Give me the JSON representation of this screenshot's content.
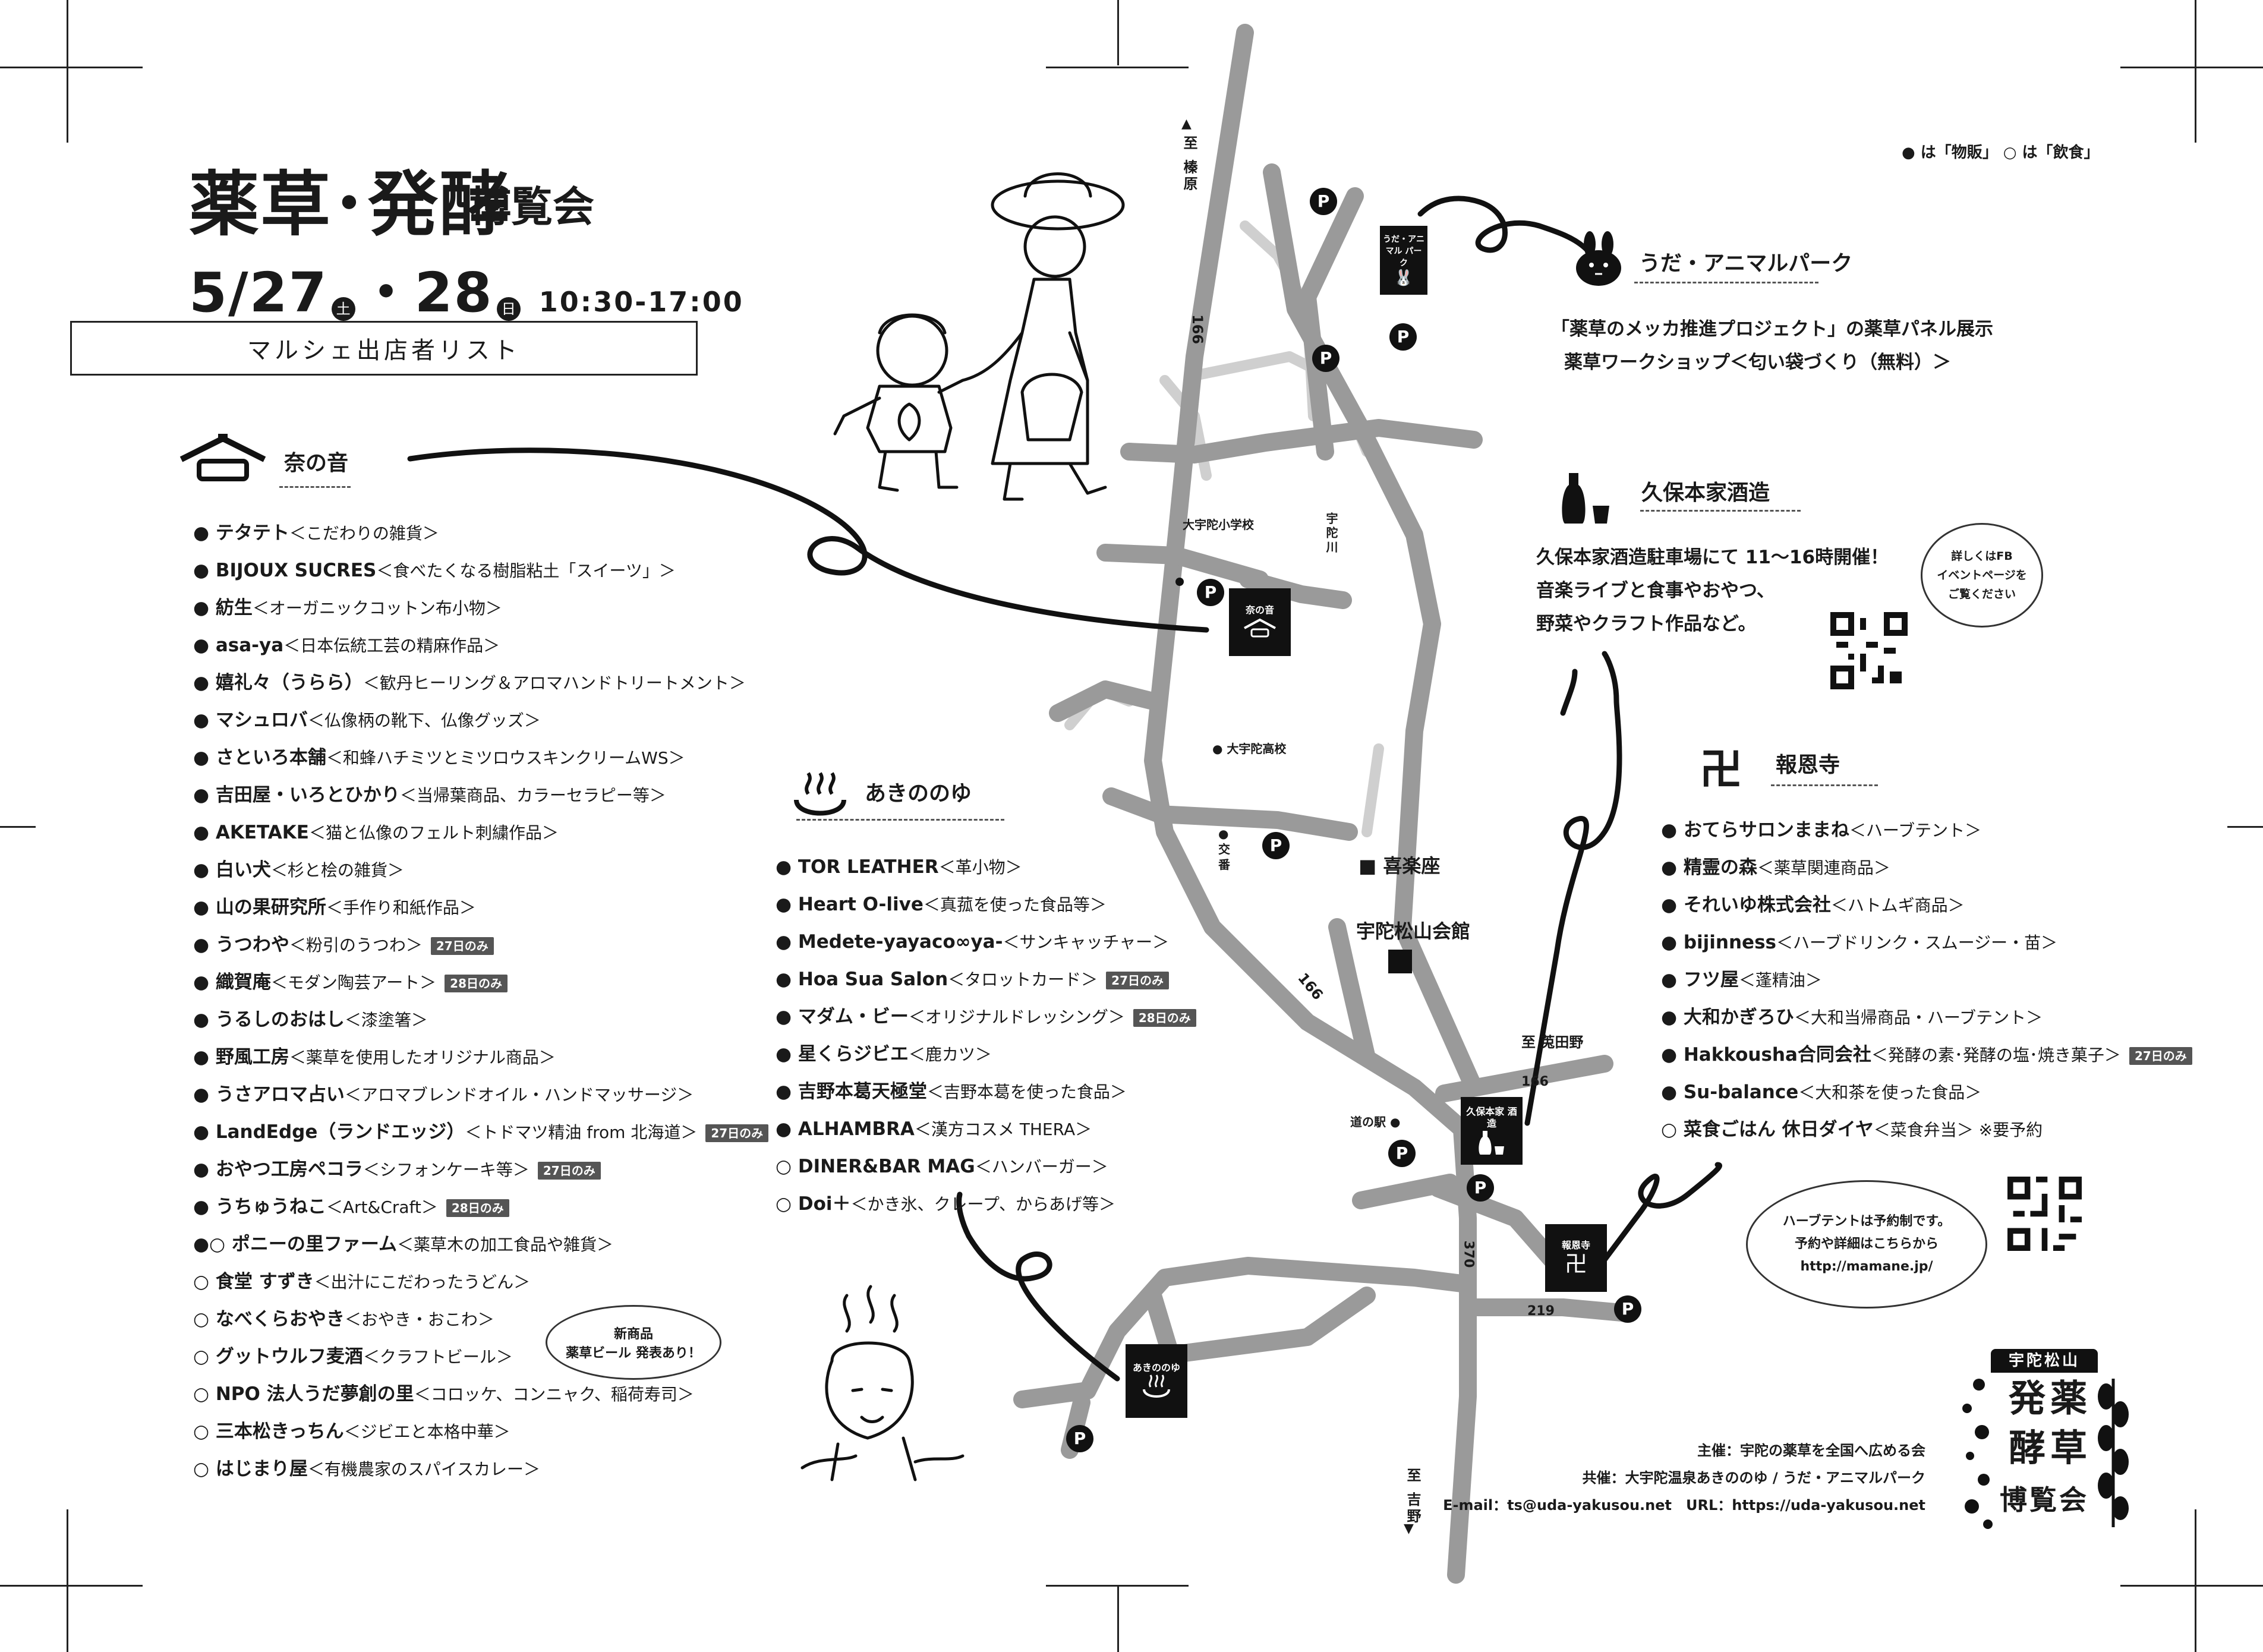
{
  "header": {
    "title": "薬草･発酵",
    "title_sub": "博覧会",
    "date_day1": "5/27",
    "date_day1_weekday": "土",
    "date_sep": "・28",
    "date_day2_weekday": "日",
    "time": "10:30-17:00",
    "list_title": "マルシェ出店者リスト"
  },
  "legend": "● は「物販」 ○ は「飲食」",
  "nanoon": {
    "title": "奈の音",
    "items": [
      {
        "name": "● テタテト",
        "desc": "＜こだわりの雑貨＞",
        "tag": ""
      },
      {
        "name": "● BIJOUX SUCRES",
        "desc": "＜食べたくなる樹脂粘土「スイーツ」＞",
        "tag": ""
      },
      {
        "name": "● 紡生",
        "desc": "＜オーガニックコットン布小物＞",
        "tag": ""
      },
      {
        "name": "● asa-ya",
        "desc": "＜日本伝統工芸の精麻作品＞",
        "tag": ""
      },
      {
        "name": "● 嬉礼々（うらら）",
        "desc": "＜歓丹ヒーリング＆アロマハンドトリートメント＞",
        "tag": ""
      },
      {
        "name": "● マシュロバ",
        "desc": "＜仏像柄の靴下、仏像グッズ＞",
        "tag": ""
      },
      {
        "name": "● さといろ本舗",
        "desc": "＜和蜂ハチミツとミツロウスキンクリームWS＞",
        "tag": ""
      },
      {
        "name": "● 吉田屋・いろとひかり",
        "desc": "＜当帰葉商品、カラーセラピー等＞",
        "tag": ""
      },
      {
        "name": "● AKETAKE",
        "desc": "＜猫と仏像のフェルト刺繍作品＞",
        "tag": ""
      },
      {
        "name": "● 白い犬",
        "desc": "＜杉と桧の雑貨＞",
        "tag": ""
      },
      {
        "name": "● 山の果研究所",
        "desc": "＜手作り和紙作品＞",
        "tag": ""
      },
      {
        "name": "● うつわや",
        "desc": "＜粉引のうつわ＞",
        "tag": "27日のみ"
      },
      {
        "name": "● 織賀庵",
        "desc": "＜モダン陶芸アート＞",
        "tag": "28日のみ"
      },
      {
        "name": "● うるしのおはし",
        "desc": "＜漆塗箸＞",
        "tag": ""
      },
      {
        "name": "● 野風工房",
        "desc": "＜薬草を使用したオリジナル商品＞",
        "tag": ""
      },
      {
        "name": "● うさアロマ占い",
        "desc": "＜アロマブレンドオイル・ハンドマッサージ＞",
        "tag": ""
      },
      {
        "name": "● LandEdge（ランドエッジ）",
        "desc": "＜トドマツ精油 from 北海道＞",
        "tag": "27日のみ"
      },
      {
        "name": "● おやつ工房ペコラ",
        "desc": "＜シフォンケーキ等＞",
        "tag": "27日のみ"
      },
      {
        "name": "● うちゅうねこ",
        "desc": "＜Art&Craft＞",
        "tag": "28日のみ"
      },
      {
        "name": "●○ ポニーの里ファーム",
        "desc": "＜薬草木の加工食品や雑貨＞",
        "tag": ""
      },
      {
        "name": "○ 食堂 すずき",
        "desc": "＜出汁にこだわったうどん＞",
        "tag": ""
      },
      {
        "name": "○ なべくらおやき",
        "desc": "＜おやき・おこわ＞",
        "tag": ""
      },
      {
        "name": "○ グットウルフ麦酒",
        "desc": "＜クラフトビール＞",
        "tag": ""
      },
      {
        "name": "○ NPO 法人うだ夢創の里",
        "desc": "＜コロッケ、コンニャク、稲荷寿司＞",
        "tag": ""
      },
      {
        "name": "○ 三本松きっちん",
        "desc": "＜ジビエと本格中華＞",
        "tag": ""
      },
      {
        "name": "○ はじまり屋",
        "desc": "＜有機農家のスパイスカレー＞",
        "tag": ""
      }
    ]
  },
  "new_product_bubble": {
    "line1": "新商品",
    "line2": "薬草ビール 発表あり！"
  },
  "akinonoyu": {
    "title": "あきののゆ",
    "items": [
      {
        "name": "● TOR LEATHER",
        "desc": "＜革小物＞",
        "tag": ""
      },
      {
        "name": "● Heart O-live",
        "desc": "＜真菰を使った食品等＞",
        "tag": ""
      },
      {
        "name": "● Medete-yayaco∞ya-",
        "desc": "＜サンキャッチャー＞",
        "tag": ""
      },
      {
        "name": "● Hoa Sua Salon",
        "desc": "＜タロットカード＞",
        "tag": "27日のみ"
      },
      {
        "name": "● マダム・ビー",
        "desc": "＜オリジナルドレッシング＞",
        "tag": "28日のみ"
      },
      {
        "name": "● 星くらジビエ",
        "desc": "＜鹿カツ＞",
        "tag": ""
      },
      {
        "name": "● 吉野本葛天極堂",
        "desc": "＜吉野本葛を使った食品＞",
        "tag": ""
      },
      {
        "name": "● ALHAMBRA",
        "desc": "＜漢方コスメ THERA＞",
        "tag": ""
      },
      {
        "name": "○ DINER&BAR MAG",
        "desc": "＜ハンバーガー＞",
        "tag": ""
      },
      {
        "name": "○ Doi＋",
        "desc": "＜かき氷、クレープ、からあげ等＞",
        "tag": ""
      }
    ]
  },
  "animal_park": {
    "title": "うだ・アニマルパーク",
    "line1": "「薬草のメッカ推進プロジェクト」の薬草パネル展示",
    "line2": "薬草ワークショップ＜匂い袋づくり（無料）＞"
  },
  "kubo": {
    "title": "久保本家酒造",
    "line1": "久保本家酒造駐車場にて 11〜16時開催！",
    "line2": "音楽ライブと食事やおやつ、",
    "line3": "野菜やクラフト作品など。",
    "bubble": {
      "line1": "詳しくはFB",
      "line2": "イベントページを",
      "line3": "ご覧ください"
    }
  },
  "houonji": {
    "title": "報恩寺",
    "items": [
      {
        "name": "● おてらサロンままね",
        "desc": "＜ハーブテント＞",
        "tag": ""
      },
      {
        "name": "● 精霊の森",
        "desc": "＜薬草関連商品＞",
        "tag": ""
      },
      {
        "name": "● それいゆ株式会社",
        "desc": "＜ハトムギ商品＞",
        "tag": ""
      },
      {
        "name": "● bijinness",
        "desc": "＜ハーブドリンク・スムージー・苗＞",
        "tag": ""
      },
      {
        "name": "● フツ屋",
        "desc": "＜蓬精油＞",
        "tag": ""
      },
      {
        "name": "● 大和かぎろひ",
        "desc": "＜大和当帰商品・ハーブテント＞",
        "tag": ""
      },
      {
        "name": "● Hakkousha合同会社",
        "desc": "＜発酵の素･発酵の塩･焼き菓子＞",
        "tag": "27日のみ"
      },
      {
        "name": "● Su-balance",
        "desc": "＜大和茶を使った食品＞",
        "tag": ""
      },
      {
        "name": "○ 菜食ごはん 休日ダイヤ",
        "desc": "＜菜食弁当＞ ※要予約",
        "tag": ""
      }
    ],
    "bubble": {
      "line1": "ハーブテントは予約制です。",
      "line2": "予約や詳細はこちらから",
      "line3": "http://mamane.jp/"
    }
  },
  "map_labels": {
    "to_haibara": "至 榛原",
    "to_yoshino": "至 吉野",
    "to_ukaino": "至 莵田野",
    "route_166_a": "166",
    "route_166_b": "166",
    "route_166_c": "166",
    "route_370": "370",
    "route_219": "219",
    "uda_river": "宇陀川",
    "elementary_school": "大宇陀小学校",
    "high_school": "● 大宇陀高校",
    "koban": "● 交番",
    "michinoeki": "道の駅 ●",
    "kirakuza": "■ 喜楽座",
    "matsuyama_hall": "宇陀松山会館",
    "box_animal_park": "うだ・アニマル パーク",
    "box_nanoon": "奈の音",
    "box_kubo": "久保本家 酒造",
    "box_houonji": "報恩寺",
    "box_akinonoyu": "あきののゆ",
    "parking": "P"
  },
  "credits": {
    "line1": "主催：宇陀の薬草を全国へ広める会",
    "line2": "共催：大宇陀温泉あきののゆ / うだ・アニマルパーク",
    "line3": "E-mail：ts@uda-yakusou.net　URL：https://uda-yakusou.net"
  },
  "logo": {
    "top": "宇陀松山",
    "col1": "発 酵",
    "col2": "薬 草",
    "bottom": "博覧会"
  },
  "colors": {
    "road": "#9a9a9a",
    "road_light": "#cfcfcf",
    "ink": "#1a1a1a",
    "tag_bg": "#555555"
  }
}
